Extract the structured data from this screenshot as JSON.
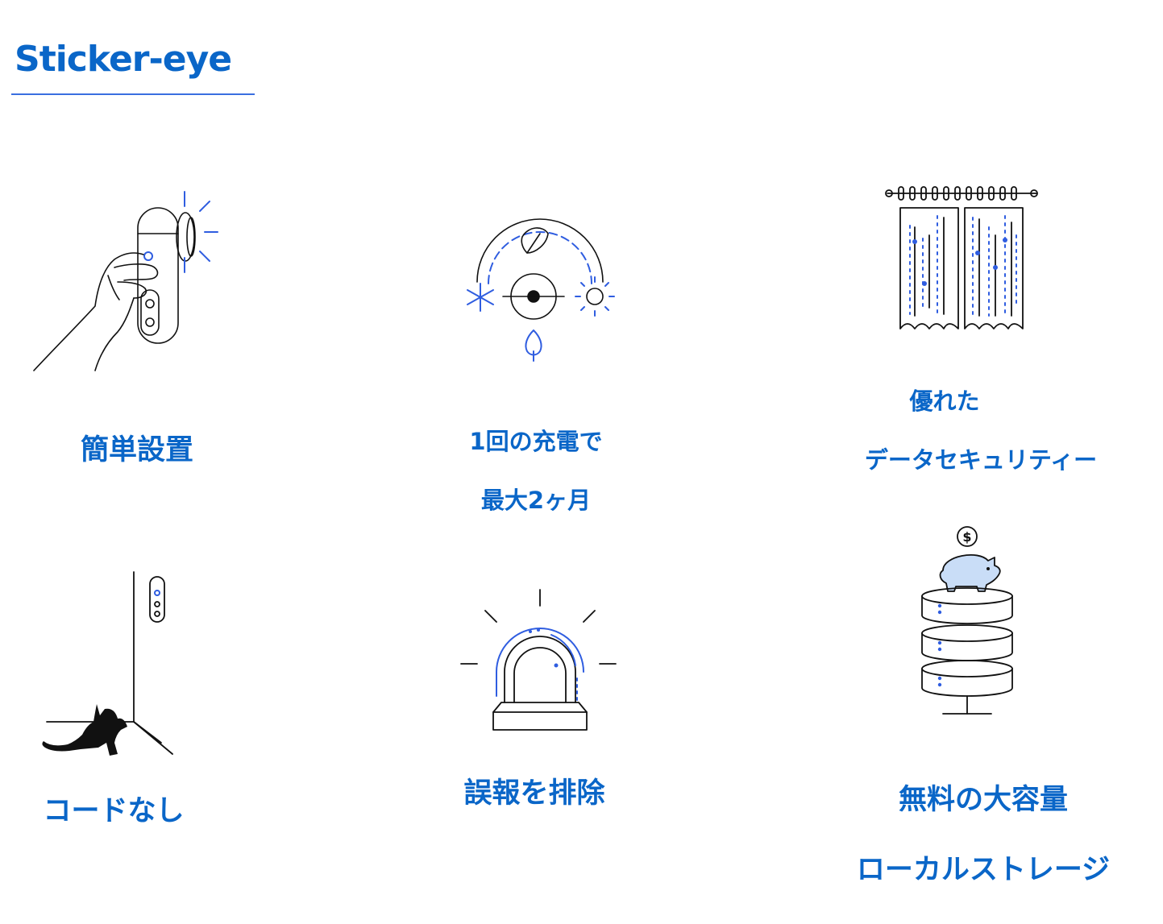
{
  "header": {
    "brand": "Sticker-eye"
  },
  "colors": {
    "brand": "#0a66c8",
    "accent": "#3a6fe0",
    "line": "#111111"
  },
  "features": [
    {
      "icon": "hand-mounting-camera-icon",
      "label": "簡単設置"
    },
    {
      "icon": "battery-dial-icon",
      "label_line1": "1回の充電で",
      "label_line2": "最大2ヶ月"
    },
    {
      "icon": "curtain-icon",
      "label_line1": "優れた",
      "label_line2": "データセキュリティー"
    },
    {
      "icon": "cat-corner-camera-icon",
      "label": "コードなし"
    },
    {
      "icon": "siren-icon",
      "label": "誤報を排除"
    },
    {
      "icon": "piggy-bank-storage-icon",
      "label_line1": "無料の大容量",
      "label_line2": "ローカルストレージ"
    }
  ]
}
